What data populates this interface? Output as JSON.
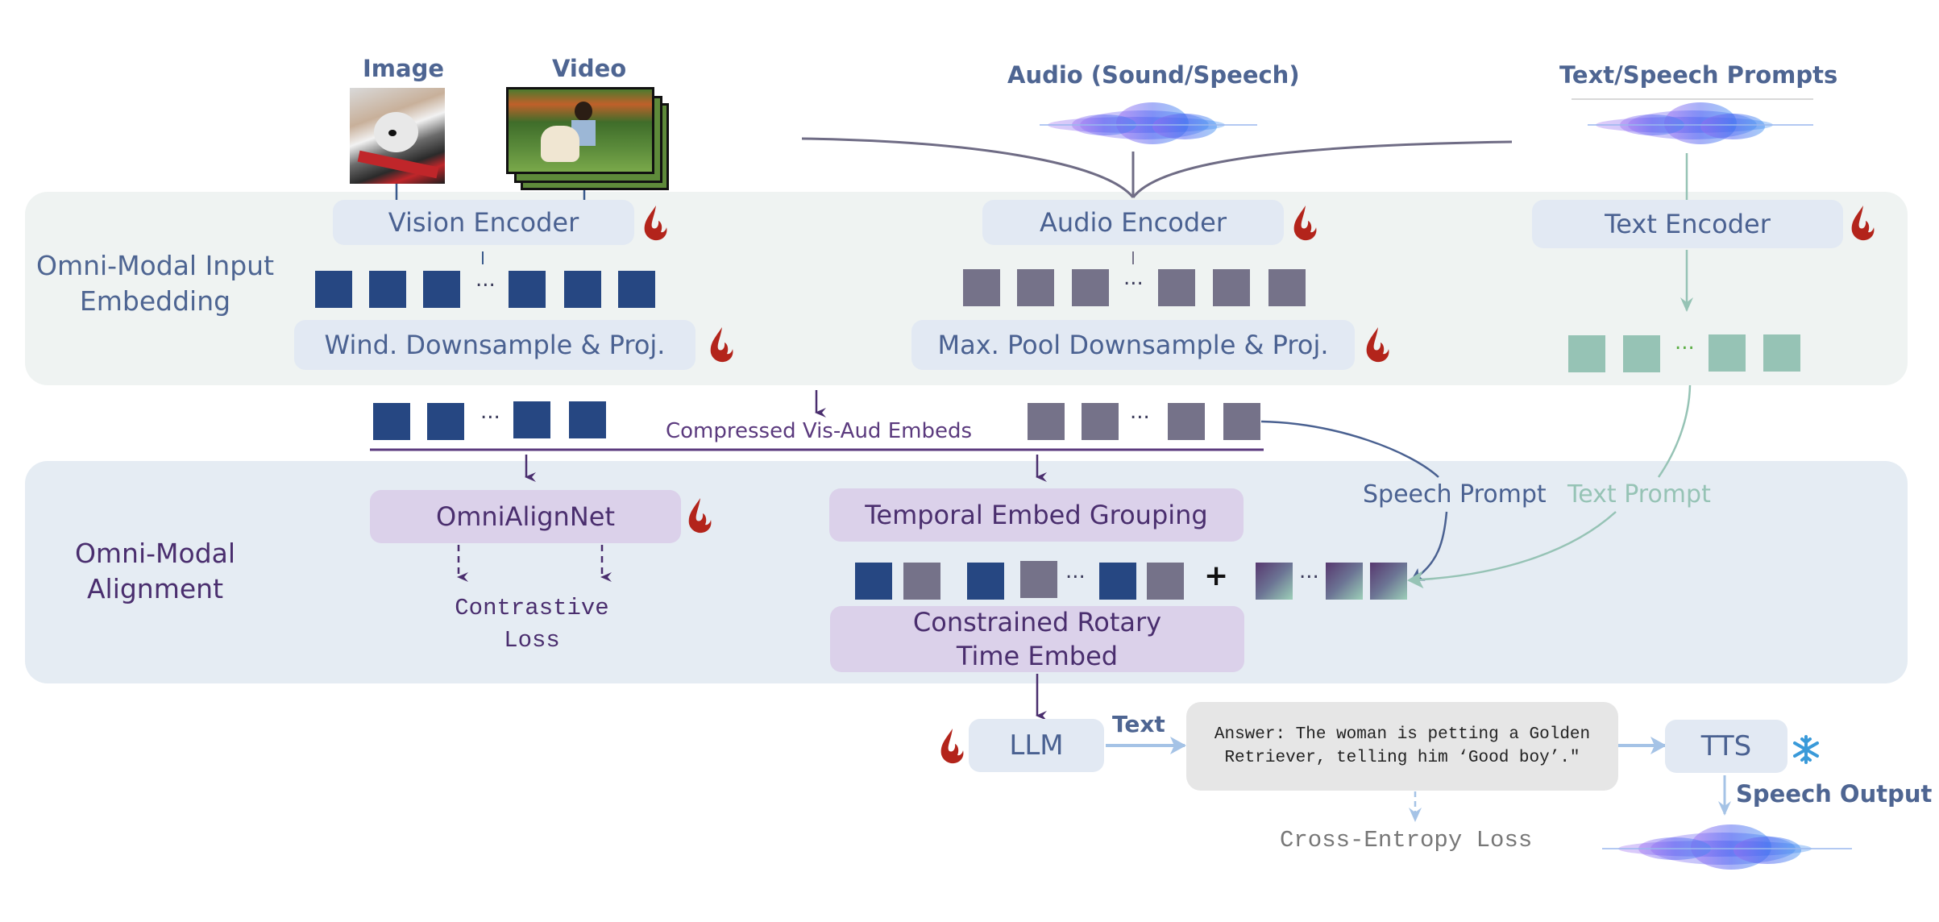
{
  "inputs": {
    "image_label": "Image",
    "video_label": "Video",
    "audio_label": "Audio (Sound/Speech)",
    "prompt_label": "Text/Speech Prompts"
  },
  "input_embedding": {
    "section_label_line1": "Omni-Modal Input",
    "section_label_line2": "Embedding",
    "vision_encoder": "Vision Encoder",
    "audio_encoder": "Audio Encoder",
    "text_encoder": "Text Encoder",
    "vision_downsample": "Wind. Downsample & Proj.",
    "audio_downsample": "Max. Pool Downsample & Proj.",
    "ellipsis": "..."
  },
  "compressed": {
    "label": "Compressed Vis-Aud Embeds",
    "ellipsis": "..."
  },
  "alignment": {
    "section_label_line1": "Omni-Modal",
    "section_label_line2": "Alignment",
    "omnialignnet": "OmniAlignNet",
    "contrastive_line1": "Contrastive",
    "contrastive_line2": "Loss",
    "temporal_grouping": "Temporal Embed Grouping",
    "rotary_line1": "Constrained Rotary",
    "rotary_line2": "Time Embed",
    "plus": "+",
    "ellipsis": "...",
    "speech_prompt": "Speech Prompt",
    "text_prompt": "Text Prompt"
  },
  "output": {
    "llm": "LLM",
    "text_label": "Text",
    "answer_line1": "Answer: The woman is petting a Golden",
    "answer_line2": "Retriever, telling him ‘Good boy’.\"",
    "cross_entropy": "Cross-Entropy Loss",
    "tts": "TTS",
    "speech_output": "Speech Output"
  },
  "legend_icons": {
    "trainable": "flame-icon",
    "frozen": "snowflake-icon"
  },
  "colors": {
    "vision_token": "#264782",
    "audio_token": "#757289",
    "text_token": "#96c3b5",
    "flame": "#b3241b",
    "snowflake": "#3a9ad9",
    "speech_prompt": "#4a6191",
    "text_prompt": "#96c3b5"
  }
}
